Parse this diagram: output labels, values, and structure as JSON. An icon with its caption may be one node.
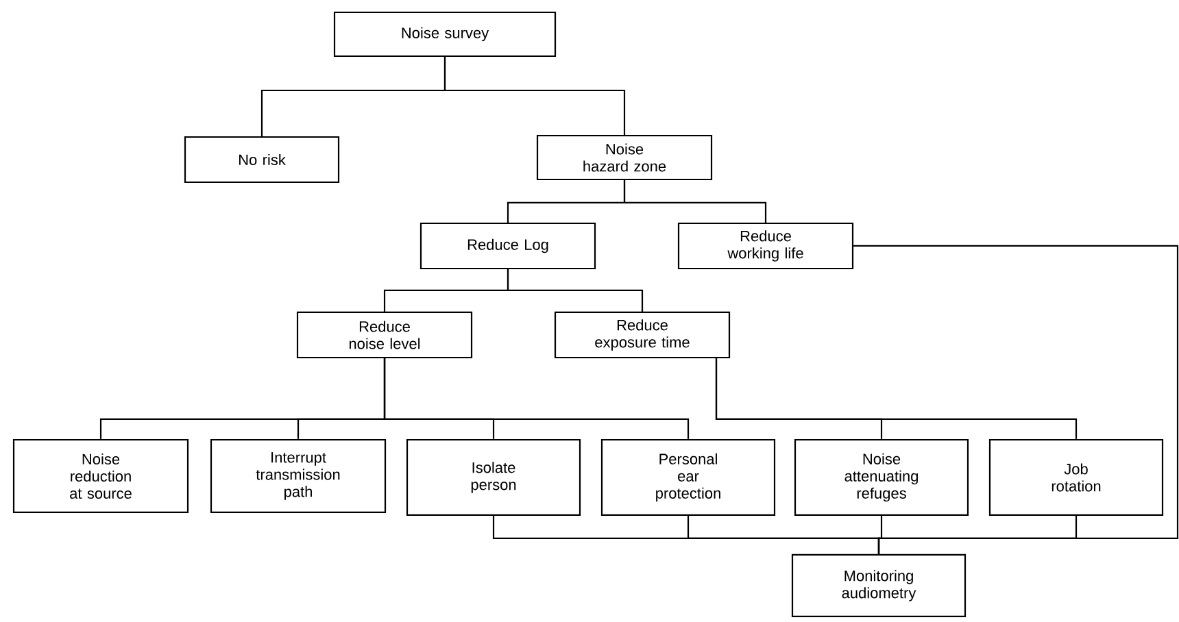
{
  "diagram": {
    "nodes": [
      {
        "text": [
          "Noise survey"
        ]
      },
      {
        "text": [
          "No risk"
        ]
      },
      {
        "text": [
          "Noise hazard zone"
        ]
      },
      {
        "text": [
          "Reduce Log"
        ]
      },
      {
        "text": [
          "Reduce working life"
        ]
      },
      {
        "text": [
          "Reduce noise level"
        ]
      },
      {
        "text": [
          "Reduce exposure time"
        ]
      },
      {
        "text": [
          "Noise reduction at source"
        ]
      },
      {
        "text": [
          "Interrupt transmission path"
        ]
      },
      {
        "text": [
          "Isolate person"
        ]
      },
      {
        "text": [
          "Personal ear protection"
        ]
      },
      {
        "text": [
          "Noise attenuating refuges"
        ]
      },
      {
        "text": [
          "Job rotation"
        ]
      },
      {
        "text": [
          "Monitoring audiometry"
        ]
      }
    ],
    "edges": [
      {
        "from": 0,
        "to": 1,
        "arrow": "none"
      },
      {
        "from": 0,
        "to": 2,
        "arrow": "none"
      },
      {
        "from": 2,
        "to": 3,
        "arrow": "none"
      },
      {
        "from": 2,
        "to": 4,
        "arrow": "none"
      },
      {
        "from": 3,
        "to": 5,
        "arrow": "none"
      },
      {
        "from": 3,
        "to": 6,
        "arrow": "none"
      },
      {
        "from": 5,
        "to": 7,
        "arrow": "none"
      },
      {
        "from": 5,
        "to": 8,
        "arrow": "none"
      },
      {
        "from": 5,
        "to": 9,
        "arrow": "none"
      },
      {
        "from": 5,
        "to": 10,
        "arrow": "none"
      },
      {
        "from": 6,
        "to": 11,
        "arrow": "none"
      },
      {
        "from": 6,
        "to": 12,
        "arrow": "none"
      },
      {
        "from": 9,
        "to": 13,
        "arrow": "none"
      },
      {
        "from": 10,
        "to": 13,
        "arrow": "none"
      },
      {
        "from": 11,
        "to": 13,
        "arrow": "none"
      },
      {
        "from": 12,
        "to": 13,
        "arrow": "none"
      },
      {
        "from": 4,
        "to": 13,
        "arrow": "none"
      }
    ]
  }
}
